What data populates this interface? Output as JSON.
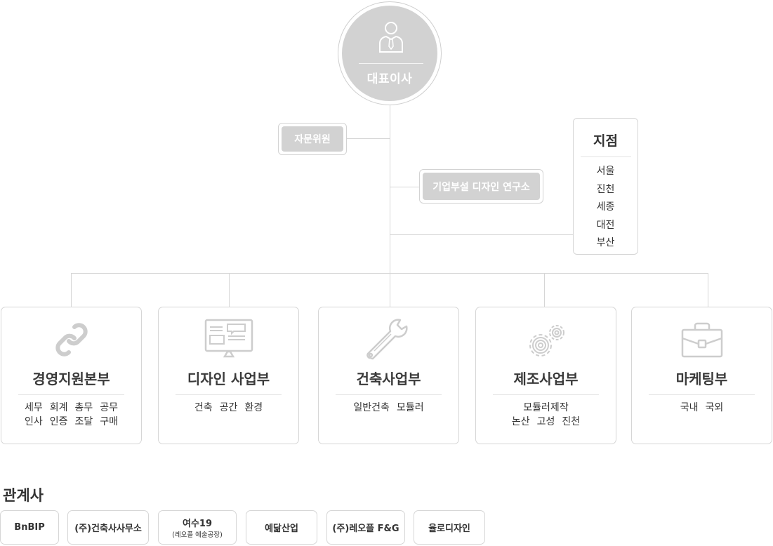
{
  "ceo": {
    "label": "대표이사",
    "icon": "person-tie-icon"
  },
  "advisory": {
    "label": "자문위원"
  },
  "lab": {
    "label": "기업부설 디자인 연구소"
  },
  "branch": {
    "title": "지점",
    "items": [
      "서울",
      "진천",
      "세종",
      "대전",
      "부산"
    ]
  },
  "departments": [
    {
      "title": "경영지원본부",
      "icon": "link-icon",
      "rows": [
        [
          "세무",
          "회계",
          "총무",
          "공무"
        ],
        [
          "인사",
          "인증",
          "조달",
          "구매"
        ]
      ]
    },
    {
      "title": "디자인 사업부",
      "icon": "monitor-icon",
      "rows": [
        [
          "건축",
          "공간",
          "환경"
        ]
      ]
    },
    {
      "title": "건축사업부",
      "icon": "wrench-icon",
      "rows": [
        [
          "일반건축",
          "모듈러"
        ]
      ]
    },
    {
      "title": "제조사업부",
      "icon": "gears-icon",
      "rows": [
        [
          "모듈러제작"
        ],
        [
          "논산",
          "고성",
          "진천"
        ]
      ]
    },
    {
      "title": "마케팅부",
      "icon": "briefcase-icon",
      "rows": [
        [
          "국내",
          "국외"
        ]
      ]
    }
  ],
  "affiliates": {
    "title": "관계사",
    "items": [
      {
        "label": "BnBIP"
      },
      {
        "label": "(주)건축사사무소"
      },
      {
        "label": "여수19",
        "sub": "(레오플 예술공장)"
      },
      {
        "label": "예닮산업"
      },
      {
        "label": "(주)레오플 F&G"
      },
      {
        "label": "율로디자인"
      }
    ]
  },
  "colors": {
    "accent_gray": "#d2d2d2",
    "line": "#d6d6d6",
    "text": "#333333"
  }
}
